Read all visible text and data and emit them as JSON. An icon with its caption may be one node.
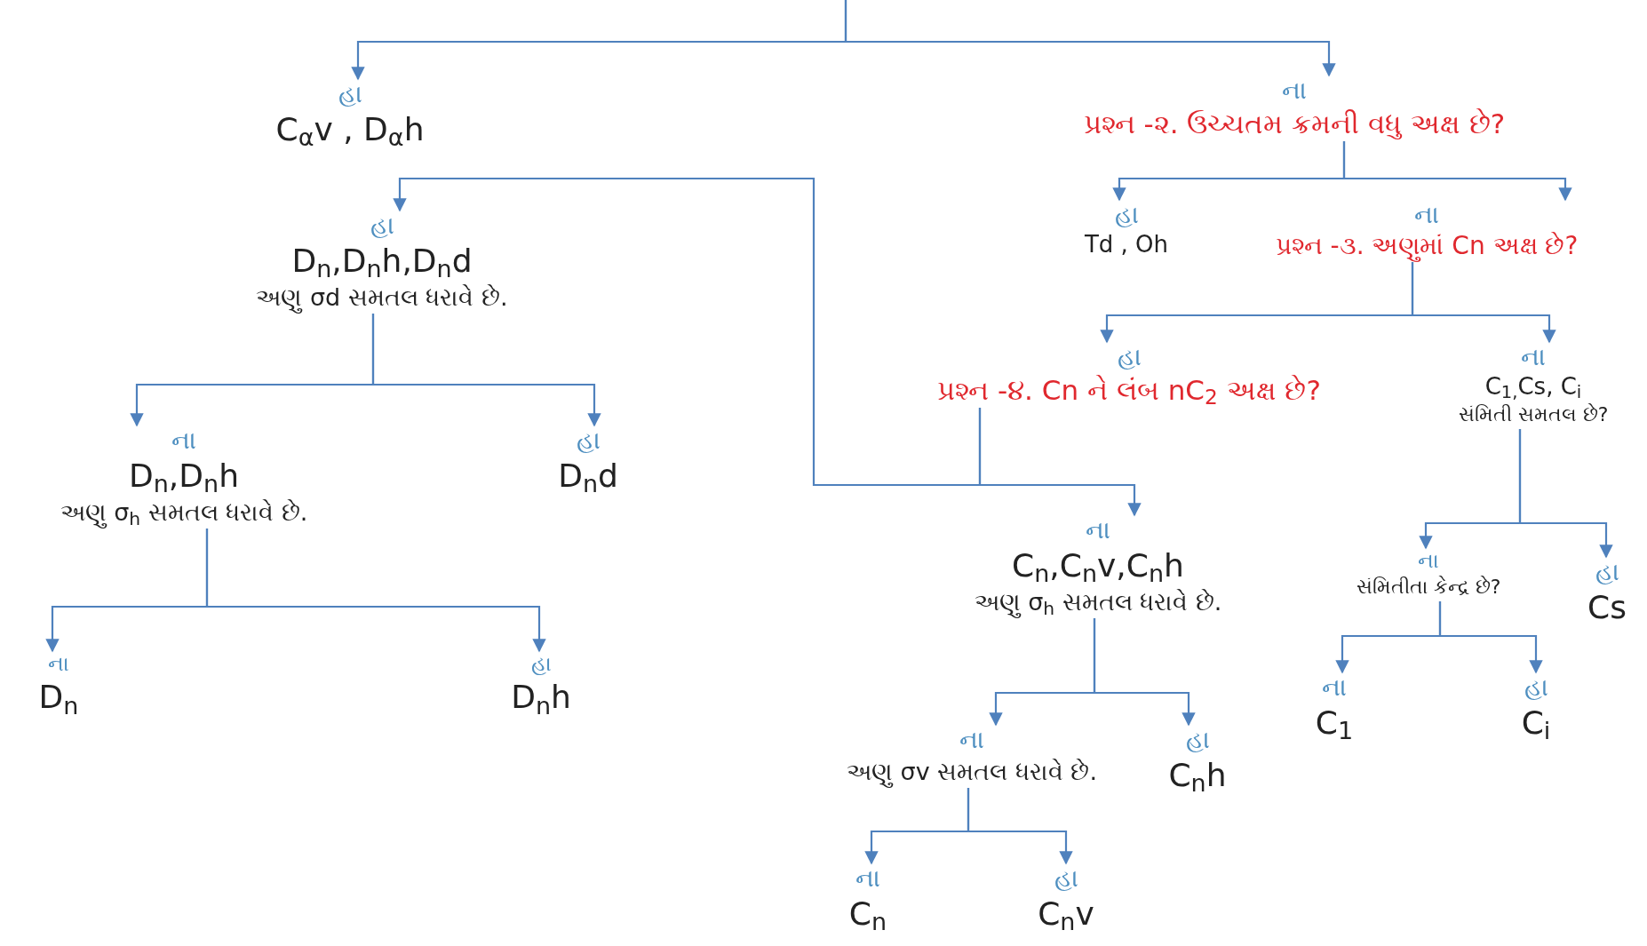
{
  "diagram": {
    "nodes": [
      {
        "text": [
          "હા",
          "C$_{α}$v , D$_{α}$h"
        ]
      },
      {
        "text": [
          "ના",
          "પ્રશ્ન -૨. ઉચ્ચતમ ક્રમની વધુ અક્ષ છે?"
        ]
      },
      {
        "text": [
          "હા",
          "D$_{n}$,D$_{n}$h,D$_{n}$d",
          "અણુ σd સમતલ ધરાવે છે."
        ]
      },
      {
        "text": [
          "હા",
          "Td , Oh"
        ]
      },
      {
        "text": [
          "ના",
          "પ્રશ્ન -૩. અણુમાં Cn અક્ષ છે?"
        ]
      },
      {
        "text": [
          "હા",
          "પ્રશ્ન -૪. Cn ને લંબ nC$_{2}$ અક્ષ છે?"
        ]
      },
      {
        "text": [
          "ના",
          "C$_{1,}$Cs, C$_{i}$",
          "સંમિતી સમતલ છે?"
        ]
      },
      {
        "text": [
          "ના",
          "C$_{n}$,C$_{n}$v,C$_{n}$h",
          "અણુ σ$_{h}$ સમતલ ધરાવે છે."
        ]
      },
      {
        "text": [
          "ના",
          "D$_{n}$,D$_{n}$h",
          "અણુ σ$_{h}$ સમતલ ધરાવે છે."
        ]
      },
      {
        "text": [
          "હા",
          "D$_{n}$d"
        ]
      },
      {
        "text": [
          "ના",
          "D$_{n}$"
        ]
      },
      {
        "text": [
          "હા",
          "D$_{n}$h"
        ]
      },
      {
        "text": [
          "ના",
          "અણુ σv સમતલ ધરાવે છે."
        ]
      },
      {
        "text": [
          "હા",
          "C$_{n}$h"
        ]
      },
      {
        "text": [
          "ના",
          "C$_{n}$"
        ]
      },
      {
        "text": [
          "હા",
          "C$_{n}$v"
        ]
      },
      {
        "text": [
          "ના",
          "સંમિતીતા કેન્દ્ર છે?"
        ]
      },
      {
        "text": [
          "હા",
          "Cs"
        ]
      },
      {
        "text": [
          "ના",
          "C$_{1}$"
        ]
      },
      {
        "text": [
          "હા",
          "C$_{i}$"
        ]
      }
    ],
    "edges": [
      {
        "from": null,
        "to": 0,
        "arrow": "to"
      },
      {
        "from": null,
        "to": 1,
        "arrow": "to"
      },
      {
        "from": 1,
        "to": 3,
        "arrow": "to"
      },
      {
        "from": 1,
        "to": 4,
        "arrow": "to"
      },
      {
        "from": 4,
        "to": 5,
        "arrow": "to"
      },
      {
        "from": 4,
        "to": 6,
        "arrow": "to"
      },
      {
        "from": 5,
        "to": 2,
        "arrow": "to"
      },
      {
        "from": 5,
        "to": 7,
        "arrow": "to"
      },
      {
        "from": 2,
        "to": 8,
        "arrow": "to"
      },
      {
        "from": 2,
        "to": 9,
        "arrow": "to"
      },
      {
        "from": 8,
        "to": 10,
        "arrow": "to"
      },
      {
        "from": 8,
        "to": 11,
        "arrow": "to"
      },
      {
        "from": 7,
        "to": 12,
        "arrow": "to"
      },
      {
        "from": 7,
        "to": 13,
        "arrow": "to"
      },
      {
        "from": 12,
        "to": 14,
        "arrow": "to"
      },
      {
        "from": 12,
        "to": 15,
        "arrow": "to"
      },
      {
        "from": 6,
        "to": 16,
        "arrow": "to"
      },
      {
        "from": 6,
        "to": 17,
        "arrow": "to"
      },
      {
        "from": 16,
        "to": 18,
        "arrow": "to"
      },
      {
        "from": 16,
        "to": 19,
        "arrow": "to"
      }
    ]
  }
}
